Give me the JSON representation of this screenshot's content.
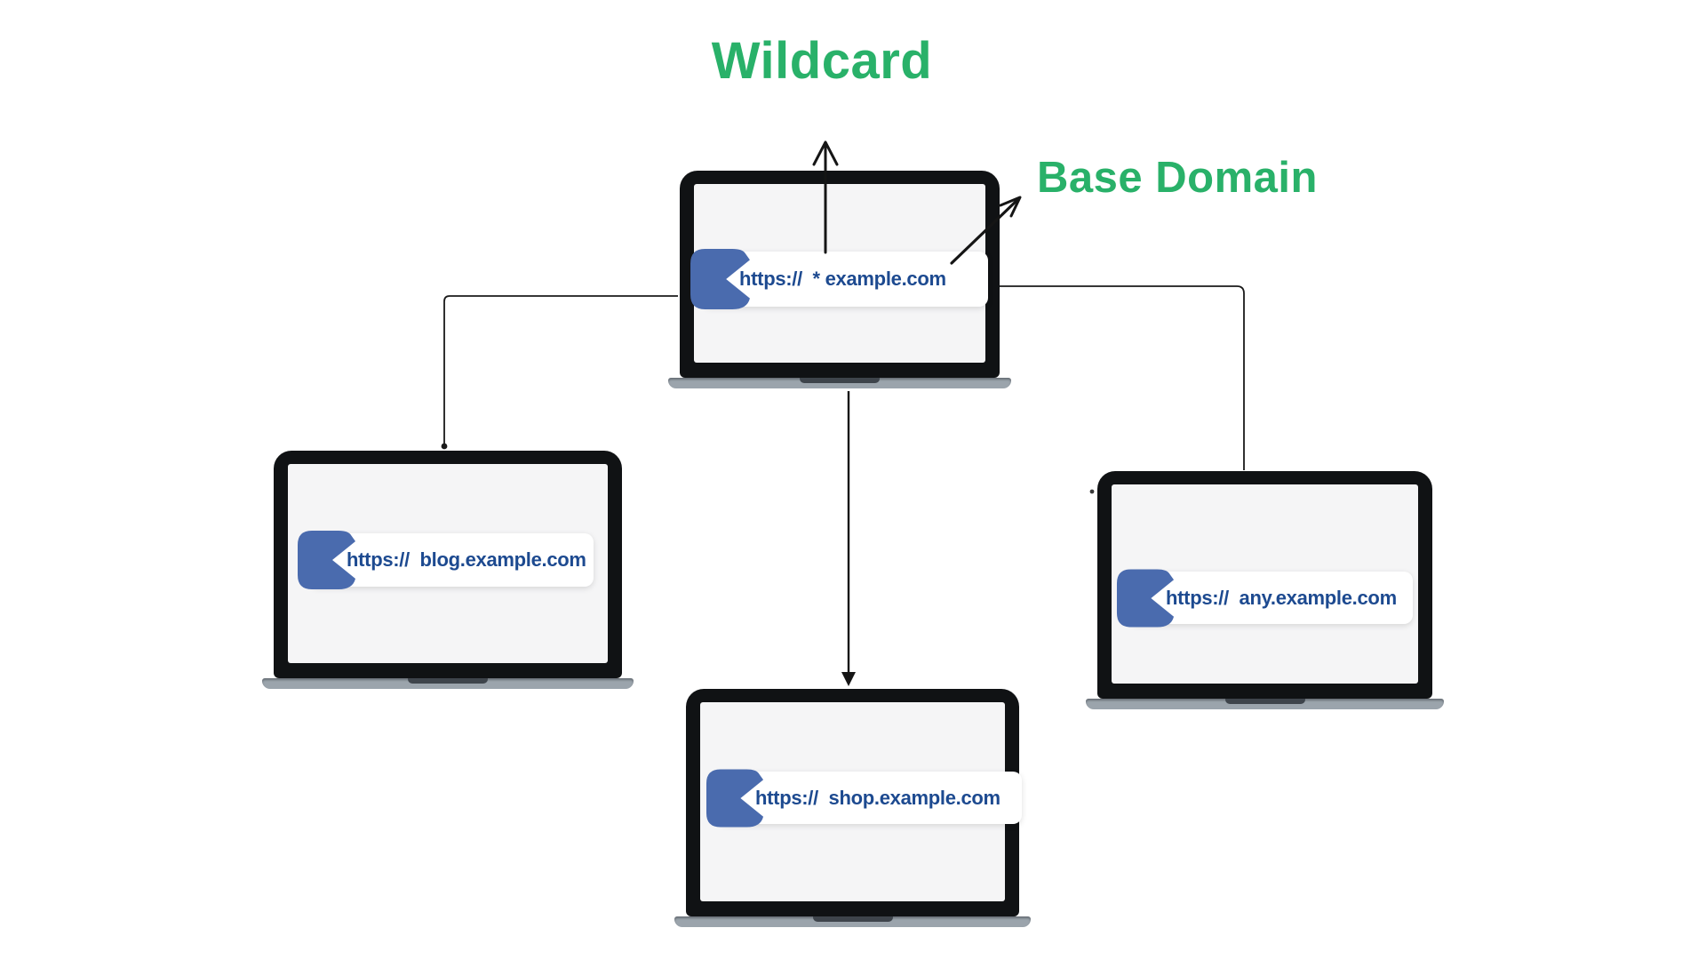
{
  "header": {
    "title": "Wildcard",
    "annotation": "Base Domain"
  },
  "laptops": [
    {
      "id": "wildcard",
      "url": "https://  * example.com"
    },
    {
      "id": "blog",
      "url": "https://  blog.example.com"
    },
    {
      "id": "shop",
      "url": "https://  shop.example.com"
    },
    {
      "id": "any",
      "url": "https://  any.example.com"
    }
  ],
  "icons": {
    "address_bar_icon": "bookmark-chevron-icon"
  },
  "colors": {
    "title_green": "#29b169",
    "url_navy": "#1d4a90",
    "icon_blue": "#4a6bae",
    "screen_gray": "#f5f5f6",
    "bezel_black": "#101214",
    "base_gray": "#9ba4ac",
    "hinge_dark": "#3e444b",
    "connector_black": "#1a1a1a"
  }
}
